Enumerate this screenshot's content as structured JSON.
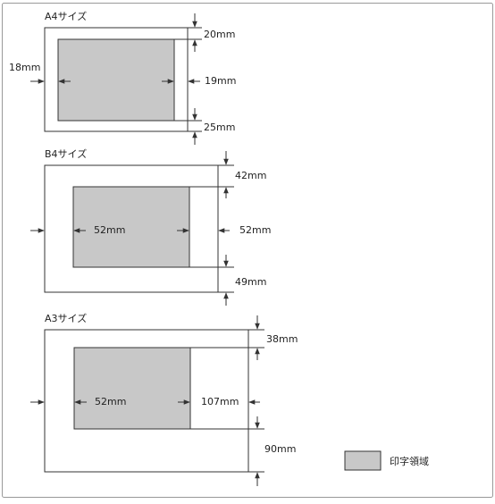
{
  "colors": {
    "frame_border": "#999999",
    "paper_border": "#333333",
    "print_fill": "#c8c8c8",
    "line": "#333333"
  },
  "a4": {
    "title": "A4サイズ",
    "top": "20mm",
    "right": "19mm",
    "bottom": "25mm",
    "left": "18mm"
  },
  "b4": {
    "title": "B4サイズ",
    "top": "42mm",
    "right": "52mm",
    "bottom": "49mm",
    "left": "52mm"
  },
  "a3": {
    "title": "A3サイズ",
    "top": "38mm",
    "right": "107mm",
    "bottom": "90mm",
    "left": "52mm"
  },
  "legend": {
    "label": "印字領域"
  }
}
